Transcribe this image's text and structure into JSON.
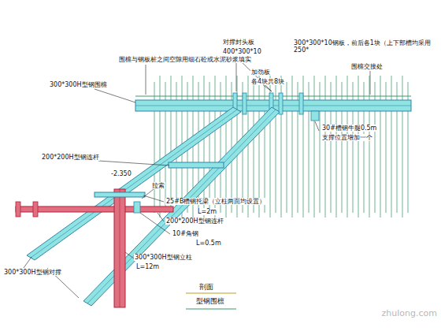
{
  "diagram": {
    "labels": [
      "对撑封头板",
      "400*300*10",
      "300*300*10钢板，前后各1块（上下部槽均采用250*",
      "围檩与钢板桩之间空隙用细石砼或水泥砂浆填实",
      "加劲板",
      "各4块共8块",
      "围檩交接处",
      "300*300H型钢围檩",
      "30#槽钢牛腿0.5m",
      "支撑位置增加一个",
      "200*200H型钢连杆",
      "-2.350",
      "拉索",
      "25#B槽钢托梁（立柱两面均设置）",
      "L=2m",
      "200*200H型钢连杆",
      "10#角钢",
      "L=0.5m",
      "300*300H型钢立柱",
      "L=12m",
      "300*300H型钢对撑",
      "剖面",
      "型钢围檩",
      "zhulong.com"
    ]
  }
}
